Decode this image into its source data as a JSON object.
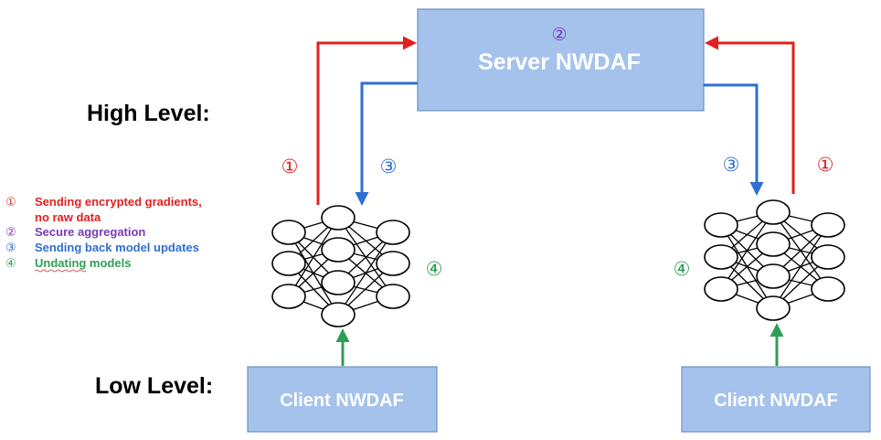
{
  "labels": {
    "high_level": "High Level:",
    "low_level": "Low Level:"
  },
  "server": {
    "title": "Server NWDAF",
    "step": "②"
  },
  "clients": [
    {
      "title": "Client NWDAF"
    },
    {
      "title": "Client NWDAF"
    }
  ],
  "markers": {
    "left_send": "①",
    "left_return": "③",
    "left_update": "④",
    "right_return": "③",
    "right_send": "①",
    "right_update": "④"
  },
  "legend": [
    {
      "marker": "①",
      "text": "Sending encrypted gradients,",
      "text2": "no raw data",
      "color": "#e02020"
    },
    {
      "marker": "②",
      "text": "Secure aggregation",
      "text2": "",
      "color": "#7a3ab8"
    },
    {
      "marker": "③",
      "text": "Sending back model updates",
      "text2": "",
      "color": "#2e6fd0"
    },
    {
      "marker": "④",
      "text": "Undating models",
      "text2": "",
      "color": "#2f9e55"
    }
  ],
  "colors": {
    "box_fill": "#a4c2ec",
    "box_stroke": "#6d8fbe",
    "send_arrow": "#e02020",
    "return_arrow": "#2e6fd0",
    "update_arrow": "#2f9e55",
    "aggregation": "#7a3ab8",
    "network_node_stroke": "#000000"
  },
  "icons": {
    "network": "neural-network-icon"
  }
}
